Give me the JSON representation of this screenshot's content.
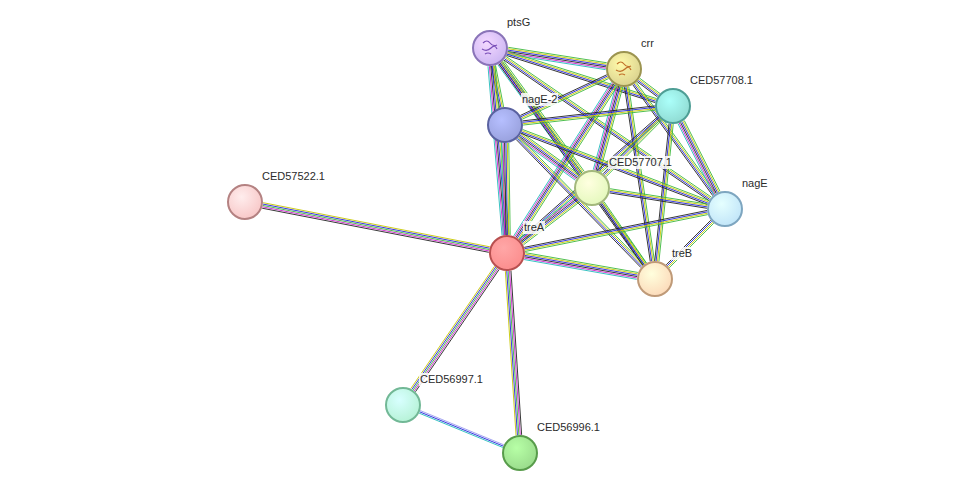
{
  "diagram": {
    "nodes": [
      {
        "text": [
          "ptsG"
        ]
      },
      {
        "text": [
          "crr"
        ]
      },
      {
        "text": [
          "CED57708.1"
        ]
      },
      {
        "text": [
          "nagE-2"
        ]
      },
      {
        "text": [
          "CED57707.1"
        ]
      },
      {
        "text": [
          "nagE"
        ]
      },
      {
        "text": [
          "CED57522.1"
        ]
      },
      {
        "text": [
          "treA"
        ]
      },
      {
        "text": [
          "treB"
        ]
      },
      {
        "text": [
          "CED56997.1"
        ]
      },
      {
        "text": [
          "CED56996.1"
        ]
      }
    ],
    "edges": [
      {
        "from": 0,
        "to": 1,
        "arrow": "none"
      },
      {
        "from": 0,
        "to": 2,
        "arrow": "none"
      },
      {
        "from": 0,
        "to": 3,
        "arrow": "none"
      },
      {
        "from": 0,
        "to": 4,
        "arrow": "none"
      },
      {
        "from": 0,
        "to": 5,
        "arrow": "none"
      },
      {
        "from": 0,
        "to": 8,
        "arrow": "none"
      },
      {
        "from": 0,
        "to": 7,
        "arrow": "none"
      },
      {
        "from": 1,
        "to": 2,
        "arrow": "none"
      },
      {
        "from": 1,
        "to": 3,
        "arrow": "none"
      },
      {
        "from": 1,
        "to": 4,
        "arrow": "none"
      },
      {
        "from": 1,
        "to": 5,
        "arrow": "none"
      },
      {
        "from": 1,
        "to": 8,
        "arrow": "none"
      },
      {
        "from": 1,
        "to": 7,
        "arrow": "none"
      },
      {
        "from": 2,
        "to": 3,
        "arrow": "none"
      },
      {
        "from": 2,
        "to": 4,
        "arrow": "none"
      },
      {
        "from": 2,
        "to": 5,
        "arrow": "none"
      },
      {
        "from": 2,
        "to": 8,
        "arrow": "none"
      },
      {
        "from": 2,
        "to": 7,
        "arrow": "none"
      },
      {
        "from": 3,
        "to": 4,
        "arrow": "none"
      },
      {
        "from": 3,
        "to": 5,
        "arrow": "none"
      },
      {
        "from": 3,
        "to": 8,
        "arrow": "none"
      },
      {
        "from": 3,
        "to": 7,
        "arrow": "none"
      },
      {
        "from": 4,
        "to": 5,
        "arrow": "none"
      },
      {
        "from": 4,
        "to": 8,
        "arrow": "none"
      },
      {
        "from": 4,
        "to": 7,
        "arrow": "none"
      },
      {
        "from": 5,
        "to": 8,
        "arrow": "none"
      },
      {
        "from": 5,
        "to": 7,
        "arrow": "none"
      },
      {
        "from": 7,
        "to": 8,
        "arrow": "none"
      },
      {
        "from": 7,
        "to": 6,
        "arrow": "none"
      },
      {
        "from": 7,
        "to": 9,
        "arrow": "none"
      },
      {
        "from": 7,
        "to": 10,
        "arrow": "none"
      },
      {
        "from": 9,
        "to": 10,
        "arrow": "none"
      }
    ]
  }
}
